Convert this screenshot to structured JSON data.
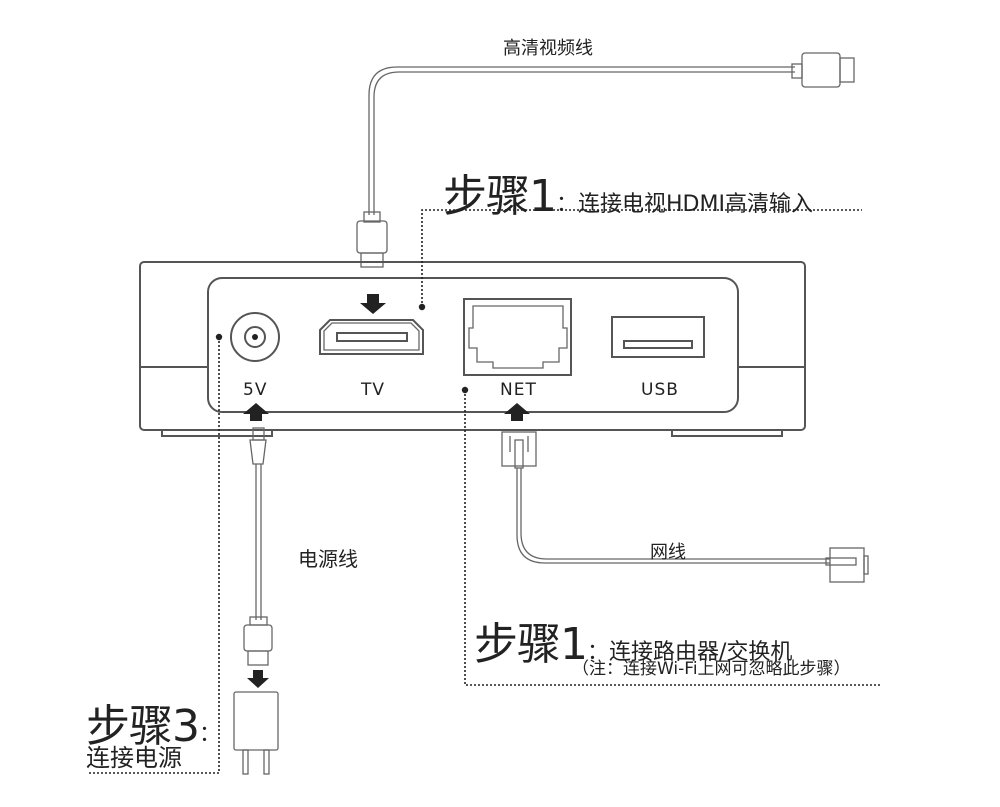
{
  "cables": {
    "hdmi": "高清视频线",
    "power": "电源线",
    "network": "网线"
  },
  "ports": {
    "power": "5V",
    "tv": "TV",
    "net": "NET",
    "usb": "USB"
  },
  "steps": {
    "hdmi": {
      "title": "步骤1",
      "colon": "：",
      "desc": "连接电视HDMI高清输入"
    },
    "router": {
      "title": "步骤1",
      "colon": "：",
      "desc": "连接路由器/交换机",
      "note": "（注：连接Wi-Fi上网可忽略此步骤）"
    },
    "power": {
      "title": "步骤3",
      "colon": "：",
      "desc": "连接电源"
    }
  },
  "icons": [
    "arrow-down-icon",
    "arrow-up-icon",
    "hdmi-port-icon",
    "rj45-port-icon",
    "usb-port-icon",
    "dc-jack-icon",
    "power-adapter-icon"
  ]
}
